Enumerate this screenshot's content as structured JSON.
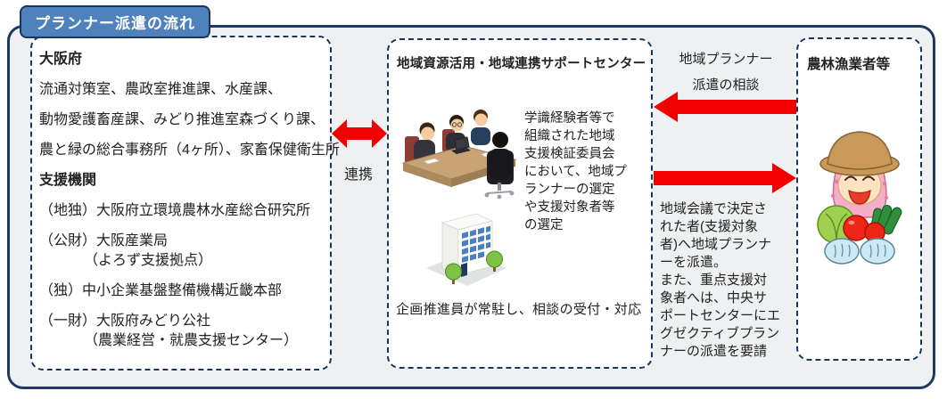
{
  "title_badge": "プランナー派遣の流れ",
  "left_box": {
    "header1": "大阪府",
    "lines1": [
      "流通対策室、農政室推進課、水産課、",
      "動物愛護畜産課、みどり推進室森づくり課、",
      "農と緑の総合事務所（4ヶ所）、家畜保健衛生所"
    ],
    "header2": "支援機関",
    "orgs": [
      {
        "main": "（地独）大阪府立環境農林水産総合研究所",
        "sub": ""
      },
      {
        "main": "（公財）大阪産業局",
        "sub": "（よろず支援拠点）"
      },
      {
        "main": "（独）中小企業基盤整備機構近畿本部",
        "sub": ""
      },
      {
        "main": "（一財）大阪府みどり公社",
        "sub": "（農業経営・就農支援センター）"
      }
    ]
  },
  "center_box": {
    "header": "地域資源活用・地域連携サポートセンター",
    "committee_text": "学識経験者等で\n組織された地域\n支援検証委員会\nにおいて、地域プ\nランナーの選定\nや支援対象者等\nの選定",
    "staff_text": "企画推進員が常駐し、相談の受付・対応"
  },
  "right_box": {
    "header": "農林漁業者等"
  },
  "labels": {
    "renkei": "連携",
    "consult": "地域プランナー\n派遣の相談",
    "dispatch": "地域会議で決定さ\nれた者(支援対象\n者)へ地域プランナ\nーを派遣。\nまた、重点支援対\n象者へは、中央サ\nポートセンターにエ\nグゼクティブプラン\nナーの派遣を要請"
  },
  "icons": {
    "meeting": "meeting-illustration",
    "building": "office-building-illustration",
    "farmer": "farmer-illustration"
  },
  "colors": {
    "arrow_red": "#f20000",
    "border_navy": "#1f3864",
    "badge_blue": "#4f81bd",
    "canvas_bg": "#eef0f1"
  }
}
